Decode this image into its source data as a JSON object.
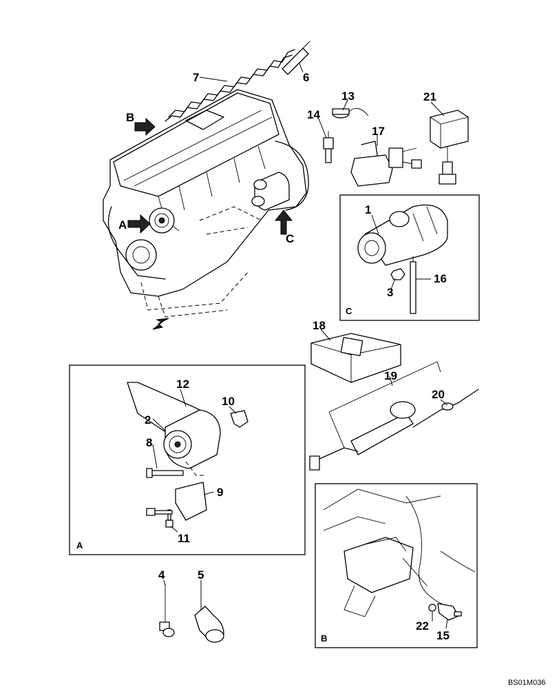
{
  "drawing_code": "BS01M036",
  "part_numbers": [
    "1",
    "2",
    "3",
    "4",
    "5",
    "6",
    "7",
    "8",
    "9",
    "10",
    "11",
    "12",
    "13",
    "14",
    "15",
    "16",
    "17",
    "18",
    "19",
    "20",
    "21",
    "22"
  ],
  "view_letters": {
    "a": "A",
    "b": "B",
    "c": "C"
  },
  "panels": [
    {
      "letter": "C",
      "items": [
        "1",
        "3",
        "16"
      ]
    },
    {
      "letter": "A",
      "items": [
        "2",
        "8",
        "9",
        "10",
        "11",
        "12"
      ]
    },
    {
      "letter": "B",
      "items": [
        "15",
        "22"
      ]
    }
  ]
}
